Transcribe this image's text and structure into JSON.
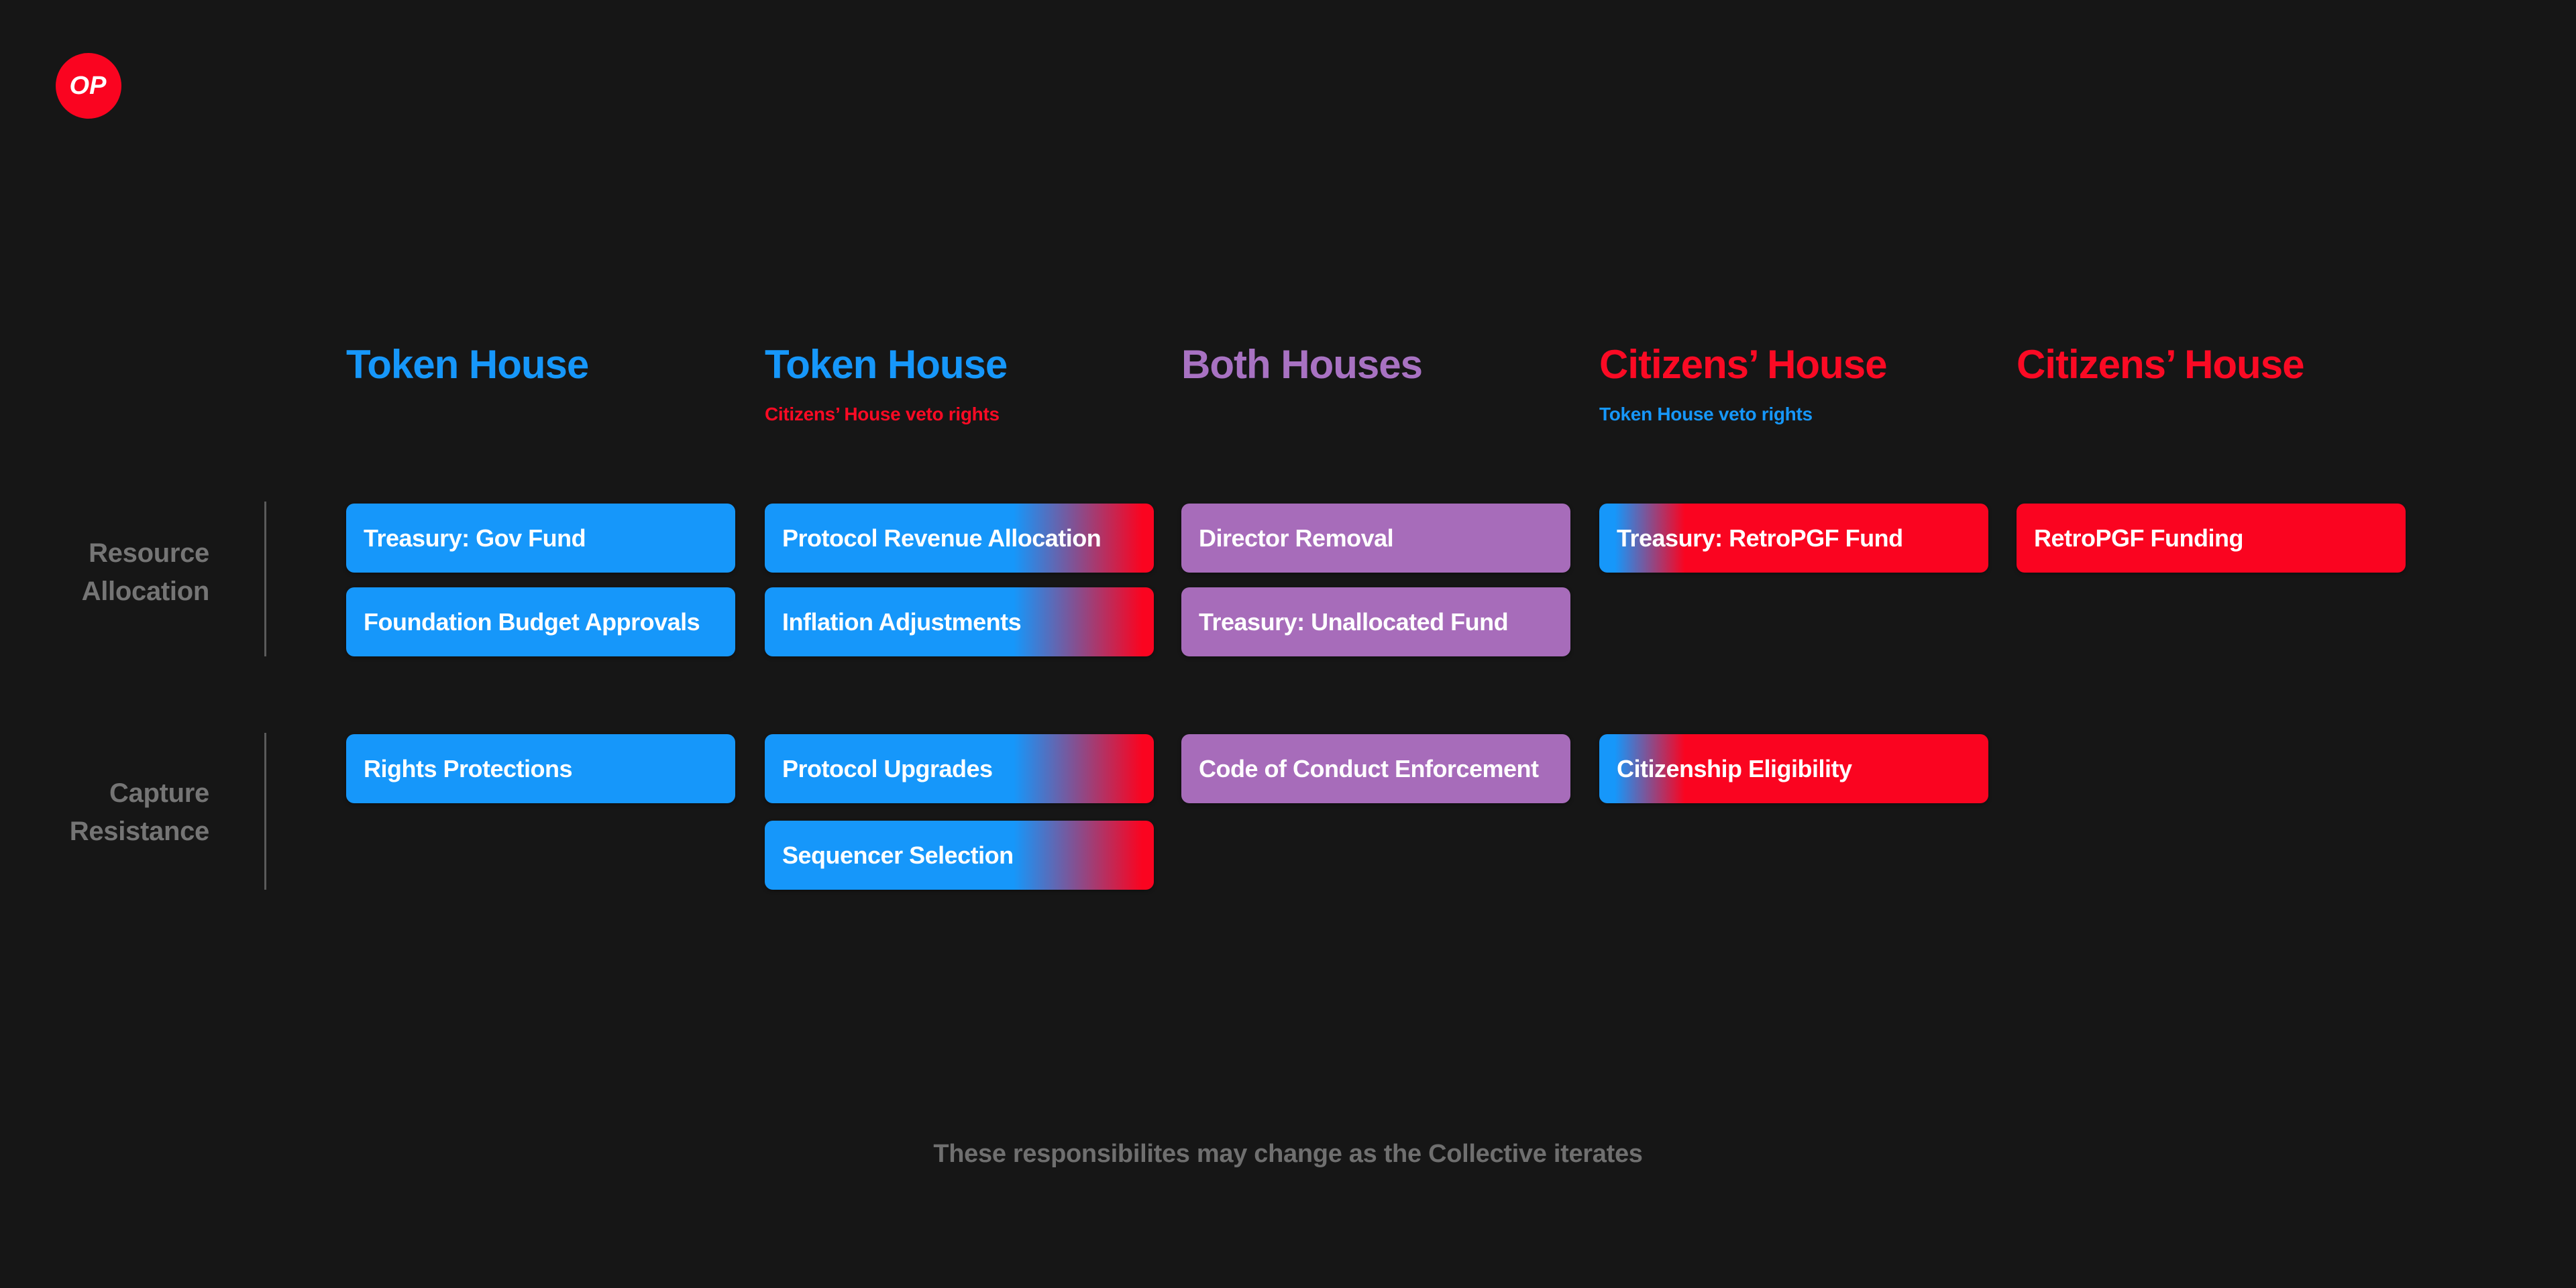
{
  "colors": {
    "bg": "#161616",
    "blue": "#1697fa",
    "purple": "#a76cba",
    "red": "#fa0420",
    "gray-text": "#757575",
    "line": "#5a5a5a"
  },
  "logo": {
    "text": "OP"
  },
  "rows": [
    {
      "label_line1": "Resource",
      "label_line2": "Allocation"
    },
    {
      "label_line1": "Capture",
      "label_line2": "Resistance"
    }
  ],
  "columns": [
    {
      "header": "Token House",
      "pills": {
        "resource_allocation": [
          "Treasury: Gov Fund",
          "Foundation Budget Approvals"
        ],
        "capture_resistance": [
          "Rights Protections"
        ]
      }
    },
    {
      "header": "Token House",
      "subtitle": "Citizens’ House veto rights",
      "pills": {
        "resource_allocation": [
          "Protocol Revenue Allocation",
          "Inflation Adjustments"
        ],
        "capture_resistance": [
          "Protocol Upgrades",
          "Sequencer Selection"
        ]
      }
    },
    {
      "header": "Both Houses",
      "pills": {
        "resource_allocation": [
          "Director Removal",
          "Treasury: Unallocated Fund"
        ],
        "capture_resistance": [
          "Code of Conduct Enforcement"
        ]
      }
    },
    {
      "header": "Citizens’ House",
      "subtitle": "Token House veto rights",
      "pills": {
        "resource_allocation": [
          "Treasury: RetroPGF Fund"
        ],
        "capture_resistance": [
          "Citizenship Eligibility"
        ]
      }
    },
    {
      "header": "Citizens’ House",
      "pills": {
        "resource_allocation": [
          "RetroPGF Funding"
        ]
      }
    }
  ],
  "footer": "These responsibilites may change as the Collective iterates"
}
